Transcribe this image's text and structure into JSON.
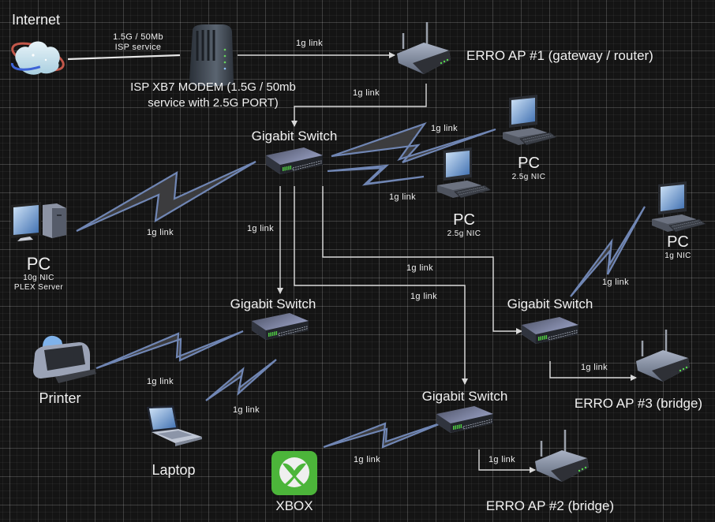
{
  "diagram": {
    "internet": {
      "label": "Internet",
      "icon": "internet-cloud-icon"
    },
    "isp_link": {
      "line1": "1.5G / 50Mb",
      "line2": "ISP service"
    },
    "modem": {
      "line1": "ISP XB7 MODEM (1.5G / 50mb",
      "line2": "service with  2.5G PORT)",
      "icon": "cable-modem-icon"
    },
    "ap1": {
      "label": "ERRO AP  #1 (gateway / router)",
      "icon": "wireless-router-icon"
    },
    "ap2": {
      "label": "ERRO AP #2 (bridge)",
      "icon": "wireless-router-icon"
    },
    "ap3": {
      "label": "ERRO AP #3 (bridge)",
      "icon": "wireless-router-icon"
    },
    "switch_main": {
      "label": "Gigabit Switch",
      "icon": "network-switch-icon"
    },
    "switch_left": {
      "label": "Gigabit Switch",
      "icon": "network-switch-icon"
    },
    "switch_right": {
      "label": "Gigabit Switch",
      "icon": "network-switch-icon"
    },
    "switch_bottom": {
      "label": "Gigabit Switch",
      "icon": "network-switch-icon"
    },
    "pc_plex": {
      "label": "PC",
      "sub1": "10g NIC",
      "sub2": "PLEX Server",
      "icon": "desktop-tower-icon"
    },
    "pc_top": {
      "label": "PC",
      "sub1": "2.5g NIC",
      "icon": "desktop-pc-icon"
    },
    "pc_mid": {
      "label": "PC",
      "sub1": "2.5g NIC",
      "icon": "desktop-pc-icon"
    },
    "pc_right": {
      "label": "PC",
      "sub1": "1g NIC",
      "icon": "desktop-pc-icon"
    },
    "printer": {
      "label": "Printer",
      "icon": "printer-icon"
    },
    "laptop": {
      "label": "Laptop",
      "icon": "laptop-icon"
    },
    "xbox": {
      "label": "XBOX",
      "icon": "xbox-icon"
    },
    "links": {
      "modem_ap1": "1g link",
      "ap1_switch": "1g link",
      "switch_pc_top": "1g link",
      "switch_pc_mid": "1g link",
      "switch_pc_plex": "1g link",
      "switch_switch_left": "1g link",
      "switch_switch_right": "1g link",
      "switch_switch_bottom": "1g link",
      "switch_right_pc": "1g link",
      "switch_right_ap3": "1g link",
      "switch_left_printer": "1g link",
      "switch_left_laptop": "1g link",
      "switch_bottom_xbox": "1g link",
      "switch_bottom_ap2": "1g link"
    },
    "colors": {
      "background": "#141414",
      "connector": "#d9d9d9",
      "bolt_fill": "#3c3c3e",
      "bolt_stroke": "#7086b4",
      "xbox_green": "#4cb53a"
    }
  }
}
